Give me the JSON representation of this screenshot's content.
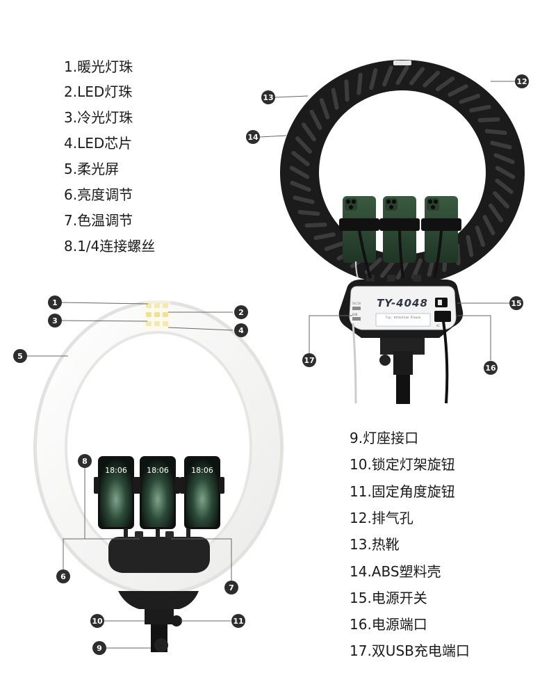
{
  "legend_top": [
    "1.暖光灯珠",
    "2.LED灯珠",
    "3.冷光灯珠",
    "4.LED芯片",
    "5.柔光屏",
    "6.亮度调节",
    "7.色温调节",
    "8.1/4连接螺丝"
  ],
  "legend_bottom": [
    "9.灯座接口",
    "10.锁定灯架旋钮",
    "11.固定角度旋钮",
    "12.排气孔",
    "13.热靴",
    "14.ABS塑料壳",
    "15.电源开关",
    "16.电源端口",
    "17.双USB充电端口"
  ],
  "badges": {
    "b1": "1",
    "b2": "2",
    "b3": "3",
    "b4": "4",
    "b5": "5",
    "b6": "6",
    "b7": "7",
    "b8": "8",
    "b9": "9",
    "b10": "10",
    "b11": "11",
    "b12": "12",
    "b13": "13",
    "b14": "14",
    "b15": "15",
    "b16": "16",
    "b17": "17"
  },
  "device": {
    "model": "TY-4048",
    "usb_label": "5V/2A",
    "usb_sub": "USB",
    "panel_tip": "Tip: Attention Please",
    "ac_label": "AC"
  },
  "phone_screen": {
    "time": "18:06"
  },
  "colors": {
    "badge": "#2d2d2d",
    "leader": "#666666",
    "ring_dark": "#1b1b1b",
    "ring_light": "#f4f4f2"
  }
}
